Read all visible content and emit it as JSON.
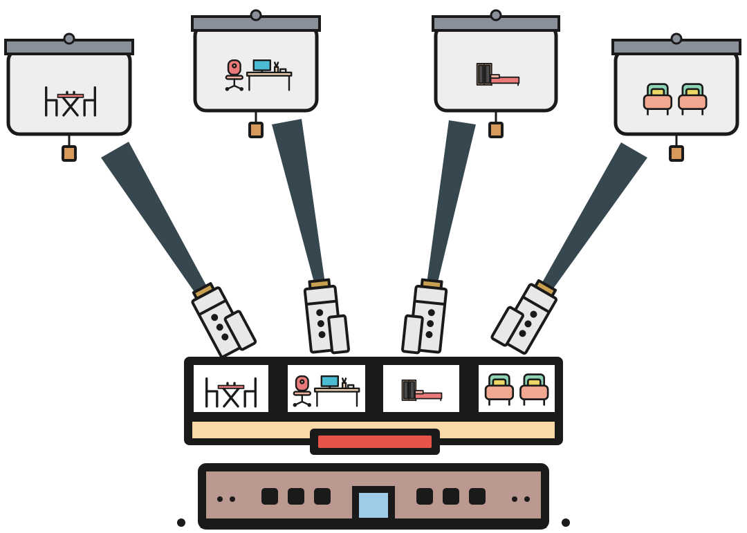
{
  "diagram": {
    "description_text": "",
    "screens": [
      {
        "id": "dining",
        "icon": "dining-table-chairs-icon"
      },
      {
        "id": "office",
        "icon": "office-chair-desk-icon"
      },
      {
        "id": "bedroom",
        "icon": "wardrobe-bed-icon"
      },
      {
        "id": "living",
        "icon": "armchairs-icon"
      }
    ],
    "colors": {
      "outline": "#1a1a1a",
      "screen_fill": "#eeeeee",
      "screen_bar": "#8a9099",
      "pull_tab": "#d89a5a",
      "beam": "#37474f",
      "projector_body": "#e8e8e8",
      "projector_band": "#c8a050",
      "tray_fill": "#fad9a8",
      "tray_slot": "#e8544a",
      "base_fill": "#bb9890",
      "base_window": "#9ecbe8",
      "chair_pink": "#ea7a7a",
      "chair_seat": "#f2b1a0",
      "monitor_blue": "#4bbcd4",
      "desk_wood": "#f2d6b5",
      "wardrobe_tan": "#d4b08f",
      "bed_pink": "#ea7a7a",
      "sofa_green": "#8fd3b5",
      "sofa_yellow": "#ecd865",
      "sofa_body": "#f2a890"
    }
  }
}
